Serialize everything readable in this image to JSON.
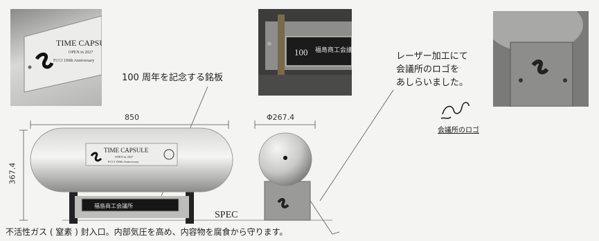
{
  "photos": {
    "left_plate": {
      "title": "TIME CAPSULE",
      "open_line": "OPEN in 2027",
      "anniv": "FCCI 100th Anniversary"
    },
    "center_plate": {
      "number": "100",
      "name": "福島商工会議所"
    },
    "right_plate": {}
  },
  "callouts": {
    "nameplate": "100 周年を記念する銘板",
    "laser_line1": "レーザー加工にて",
    "laser_line2": "会議所のロゴを",
    "laser_line3": "あしらいました。",
    "logo_caption": "会議所のロゴ"
  },
  "dimensions": {
    "length": "850",
    "height": "367.4",
    "diameter": "Φ267.4"
  },
  "capsule": {
    "title": "TIME CAPSULE",
    "open_line": "OPEN in 2027",
    "anniv": "FCCI 100th Anniversary",
    "stand_plate": "福島商工会議所"
  },
  "spec_label": "SPEC",
  "footer_note": "不活性ガス ( 窒素 ) 封入口。内部気圧を高め、内容物を腐食から守ります。"
}
